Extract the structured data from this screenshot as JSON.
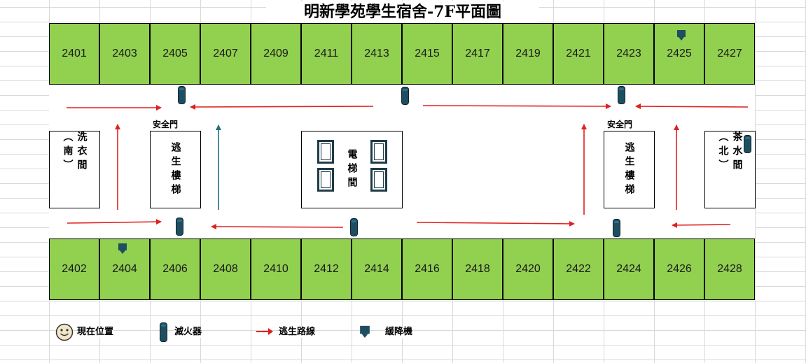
{
  "title": "明新學苑學生宿舍-7F平面圖",
  "rooms_top": [
    "2401",
    "2403",
    "2405",
    "2407",
    "2409",
    "2411",
    "2413",
    "2415",
    "2417",
    "2419",
    "2421",
    "2423",
    "2425",
    "2427"
  ],
  "rooms_bottom": [
    "2402",
    "2404",
    "2406",
    "2408",
    "2410",
    "2412",
    "2414",
    "2416",
    "2418",
    "2420",
    "2422",
    "2424",
    "2426",
    "2428"
  ],
  "laundry": "洗衣間(南)",
  "stairs_left": "逃生樓梯",
  "stairs_right": "逃生樓梯",
  "elevator": "電梯間",
  "tea_room": "茶水間(北)",
  "safety_door_left": "安全門",
  "safety_door_right": "安全門",
  "legend": {
    "current_location": "現在位置",
    "extinguisher": "滅火器",
    "escape_route": "逃生路線",
    "descender": "緩降機"
  },
  "colors": {
    "room_fill": "#92d050",
    "route_arrow": "#e02020",
    "alt_arrow": "#1f6f7a",
    "extinguisher": "#1f4e61"
  },
  "icons": [
    "smiley-icon",
    "extinguisher-icon",
    "arrow-icon",
    "descender-icon"
  ]
}
